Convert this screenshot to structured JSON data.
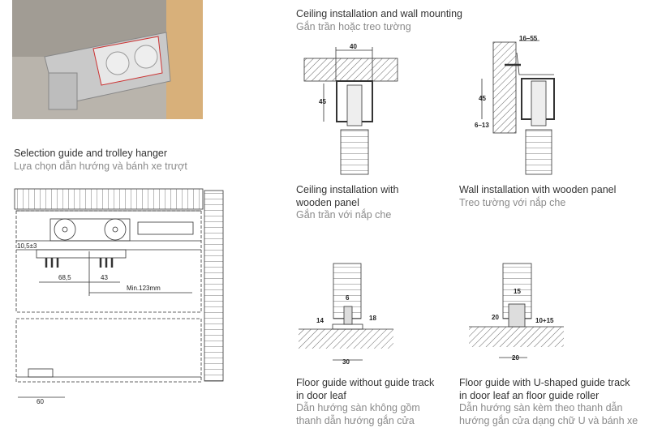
{
  "sections": {
    "selection": {
      "title": "Selection guide and trolley hanger",
      "subtitle": "Lựa chọn dẫn hướng và bánh xe trượt",
      "dims": {
        "gap": "10,5±3",
        "a": "68,5",
        "b": "43",
        "min": "Min.123mm",
        "bottom": "60"
      }
    },
    "ceiling_wall": {
      "title": "Ceiling installation and wall mounting",
      "subtitle": "Gắn trần hoặc treo tường",
      "dims": {
        "width": "40",
        "height": "45",
        "wall_offset": "16–55",
        "wall_height": "45",
        "wall_gap": "6–13"
      }
    },
    "ceiling_panel": {
      "title1": "Ceiling installation with",
      "title2": "wooden panel",
      "subtitle": "Gắn trần với nắp che"
    },
    "wall_panel": {
      "title": "Wall installation with wooden panel",
      "subtitle": "Treo tường với nắp che"
    },
    "floor_no_track": {
      "title1": "Floor guide without guide track",
      "title2": "in door leaf",
      "sub1": "Dẫn hướng sàn không gồm",
      "sub2": "thanh dẫn hướng gắn cửa",
      "dims": {
        "slot": "6",
        "left": "14",
        "right": "18",
        "base": "30"
      }
    },
    "floor_u_track": {
      "title1": "Floor guide with U-shaped guide track",
      "title2": "in door leaf an floor guide roller",
      "sub1": "Dẫn hướng sàn kèm theo thanh dẫn",
      "sub2": "hướng gắn cửa dạng chữ U và bánh xe",
      "dims": {
        "track": "15",
        "height": "20",
        "adjust": "10+15",
        "base": "20"
      }
    }
  },
  "colors": {
    "wood": "#d8b07a",
    "concrete": "#9c978f",
    "line": "#333333"
  }
}
